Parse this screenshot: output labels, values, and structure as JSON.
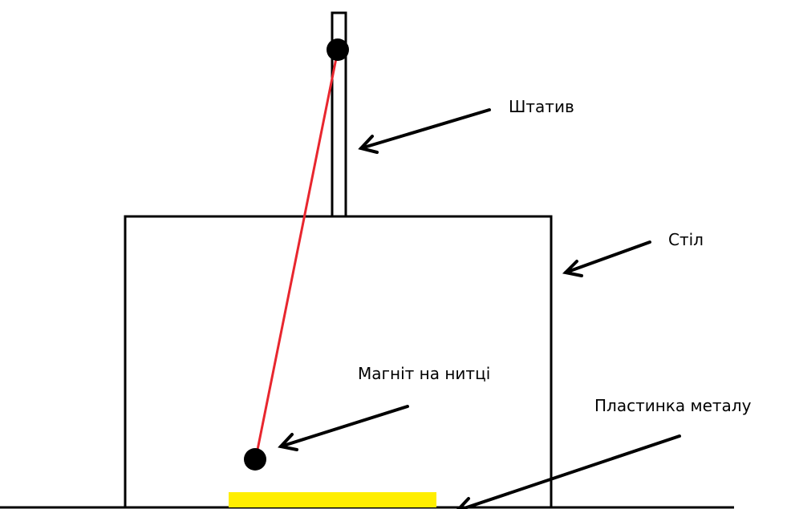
{
  "labels": {
    "stand": "Штатив",
    "table": "Стіл",
    "magnet": "Магніт на нитці",
    "plate": "Пластинка металу"
  },
  "colors": {
    "outline": "#000000",
    "thread": "#e8262e",
    "plate": "#ffee00",
    "background": "#ffffff"
  }
}
